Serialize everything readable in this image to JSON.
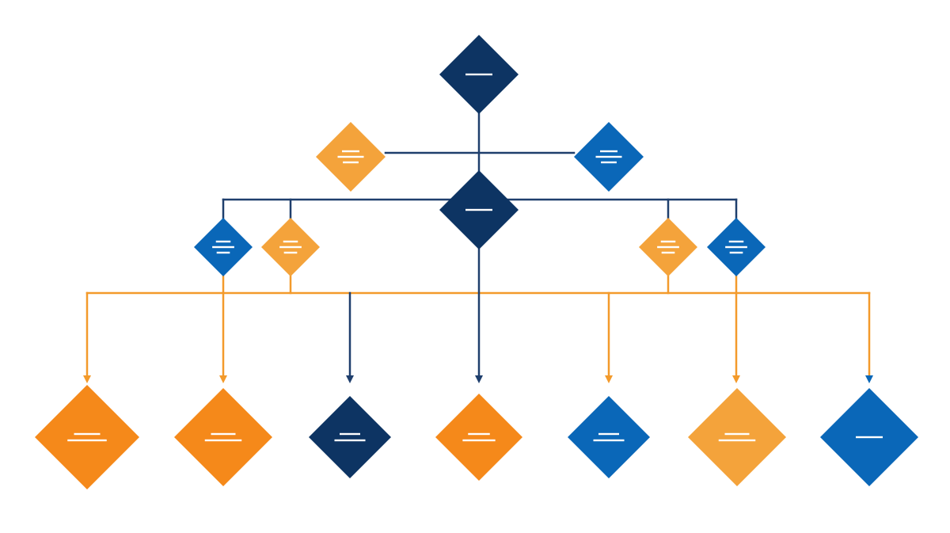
{
  "diagram": {
    "type": "decision-tree-flowchart",
    "colors": {
      "navy": "#0d3463",
      "blue": "#0a67b8",
      "orange": "#f5891a",
      "light_orange": "#f4a33b",
      "connector_navy": "#1f3f6d",
      "connector_orange": "#f39a2b",
      "text_placeholder": "#ffffff"
    },
    "nodes": [
      {
        "id": "root",
        "level": 0,
        "color": "navy",
        "placeholder_lines": 1
      },
      {
        "id": "l1-left",
        "level": 1,
        "color": "light_orange",
        "placeholder_lines": 3
      },
      {
        "id": "l1-right",
        "level": 1,
        "color": "blue",
        "placeholder_lines": 3
      },
      {
        "id": "hub",
        "level": 2,
        "color": "navy",
        "placeholder_lines": 1
      },
      {
        "id": "l3-a",
        "level": 3,
        "color": "blue",
        "placeholder_lines": 3
      },
      {
        "id": "l3-b",
        "level": 3,
        "color": "light_orange",
        "placeholder_lines": 3
      },
      {
        "id": "l3-c",
        "level": 3,
        "color": "light_orange",
        "placeholder_lines": 3
      },
      {
        "id": "l3-d",
        "level": 3,
        "color": "blue",
        "placeholder_lines": 3
      },
      {
        "id": "leaf-1",
        "level": 4,
        "color": "orange",
        "placeholder_lines": 2
      },
      {
        "id": "leaf-2",
        "level": 4,
        "color": "orange",
        "placeholder_lines": 2
      },
      {
        "id": "leaf-3",
        "level": 4,
        "color": "navy",
        "placeholder_lines": 2
      },
      {
        "id": "leaf-4",
        "level": 4,
        "color": "orange",
        "placeholder_lines": 2
      },
      {
        "id": "leaf-5",
        "level": 4,
        "color": "blue",
        "placeholder_lines": 2
      },
      {
        "id": "leaf-6",
        "level": 4,
        "color": "light_orange",
        "placeholder_lines": 2
      },
      {
        "id": "leaf-7",
        "level": 4,
        "color": "blue",
        "placeholder_lines": 1
      }
    ],
    "edges": [
      {
        "from": "root",
        "to": "hub",
        "color": "connector_navy"
      },
      {
        "from": "root",
        "to": "l1-left",
        "color": "connector_navy"
      },
      {
        "from": "root",
        "to": "l1-right",
        "color": "connector_navy"
      },
      {
        "from": "hub",
        "to": "l3-a",
        "color": "connector_navy"
      },
      {
        "from": "hub",
        "to": "l3-b",
        "color": "connector_navy"
      },
      {
        "from": "hub",
        "to": "l3-c",
        "color": "connector_navy"
      },
      {
        "from": "hub",
        "to": "l3-d",
        "color": "connector_navy"
      },
      {
        "from": "l3-a",
        "to": "leaf-1",
        "color": "connector_orange"
      },
      {
        "from": "l3-a",
        "to": "leaf-2",
        "color": "connector_orange"
      },
      {
        "from": "hub",
        "to": "leaf-3",
        "color": "connector_navy"
      },
      {
        "from": "hub",
        "to": "leaf-4",
        "color": "connector_navy"
      },
      {
        "from": "l3-c",
        "to": "leaf-5",
        "color": "connector_orange"
      },
      {
        "from": "l3-d",
        "to": "leaf-6",
        "color": "connector_orange"
      },
      {
        "from": "l3-d",
        "to": "leaf-7",
        "color": "connector_orange"
      }
    ]
  }
}
